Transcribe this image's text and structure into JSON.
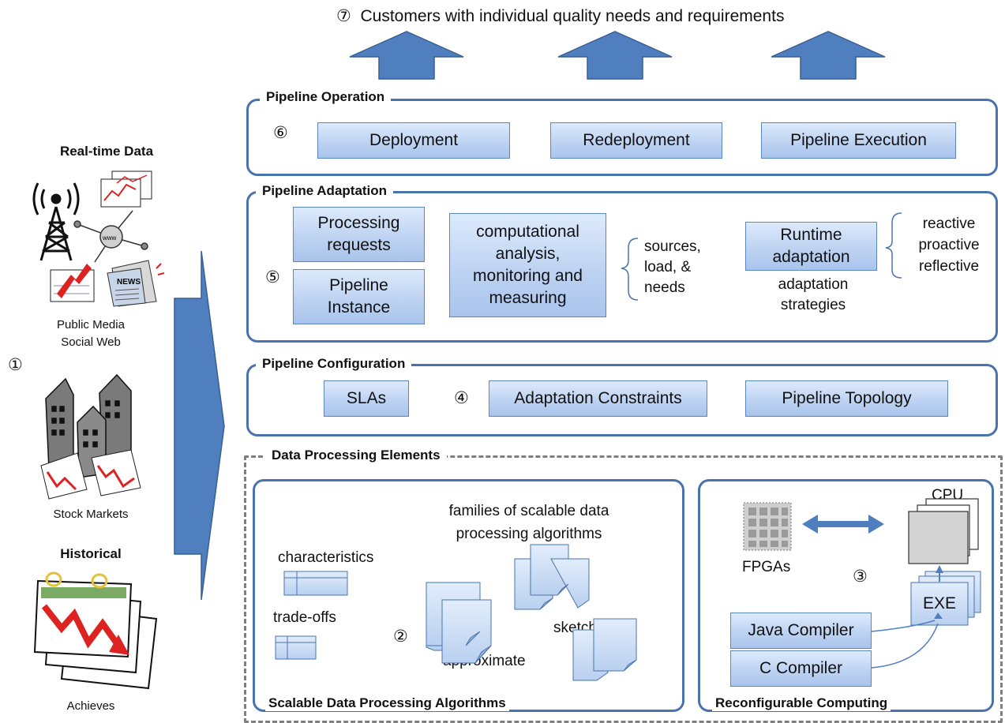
{
  "top": {
    "marker": "⑦",
    "caption": "Customers with individual quality needs and requirements"
  },
  "left": {
    "realtime_title": "Real-time Data",
    "public_media": "Public Media",
    "social_web": "Social Web",
    "marker": "①",
    "stock_markets": "Stock Markets",
    "historical_title": "Historical",
    "achieves": "Achieves"
  },
  "operation": {
    "title": "Pipeline Operation",
    "marker": "⑥",
    "boxes": [
      "Deployment",
      "Redeployment",
      "Pipeline Execution"
    ]
  },
  "adaptation": {
    "title": "Pipeline Adaptation",
    "marker": "⑤",
    "processing_requests": "Processing requests",
    "pipeline_instance": "Pipeline Instance",
    "analysis": "computational analysis, monitoring and measuring",
    "inputs": [
      "sources,",
      "load, &",
      "needs"
    ],
    "runtime": "Runtime adaptation",
    "strategies_label": [
      "adaptation",
      "strategies"
    ],
    "strategies": [
      "reactive",
      "proactive",
      "reflective"
    ]
  },
  "configuration": {
    "title": "Pipeline Configuration",
    "marker": "④",
    "boxes": [
      "SLAs",
      "Adaptation Constraints",
      "Pipeline Topology"
    ]
  },
  "elements": {
    "title": "Data Processing Elements",
    "algorithms": {
      "title": "Scalable Data Processing Algorithms",
      "families": [
        "families of scalable data",
        "processing algorithms"
      ],
      "characteristics": "characteristics",
      "tradeoffs": "trade-offs",
      "marker": "②",
      "sketches": "sketches",
      "approximate": "approximate",
      "ellipsis": "..."
    },
    "reconfig": {
      "title": "Reconfigurable Computing",
      "cpu": "CPU",
      "fpgas": "FPGAs",
      "marker": "③",
      "exe": "EXE",
      "java": "Java Compiler",
      "c": "C Compiler"
    }
  },
  "colors": {
    "frame": "#4a73ad",
    "box_fill": "#bed3f2",
    "arrow_fill": "#4f7fbf",
    "dashed": "#7f7f7f"
  }
}
